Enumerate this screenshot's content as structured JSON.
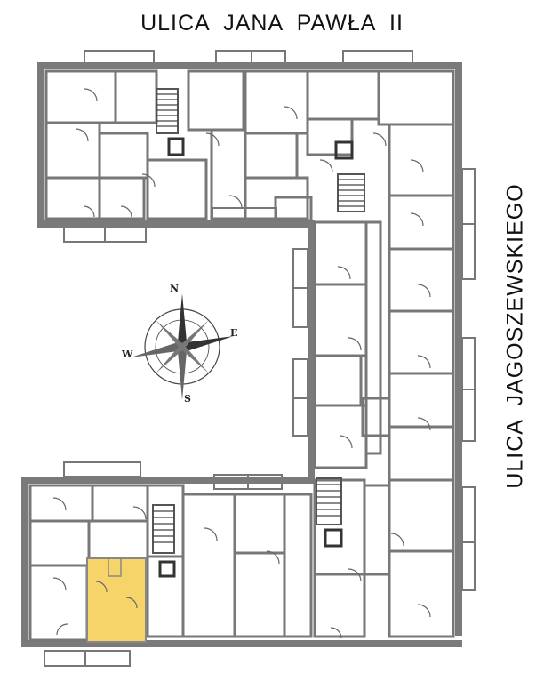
{
  "streets": {
    "top": "ULICA  JANA PAWŁA II",
    "right": "ULICA  JAGOSZEWSKIEGO"
  },
  "compass": {
    "n": "N",
    "e": "E",
    "s": "S",
    "w": "W"
  },
  "colors": {
    "highlight": "#f7d46a",
    "wall": "#7a7a7a"
  }
}
